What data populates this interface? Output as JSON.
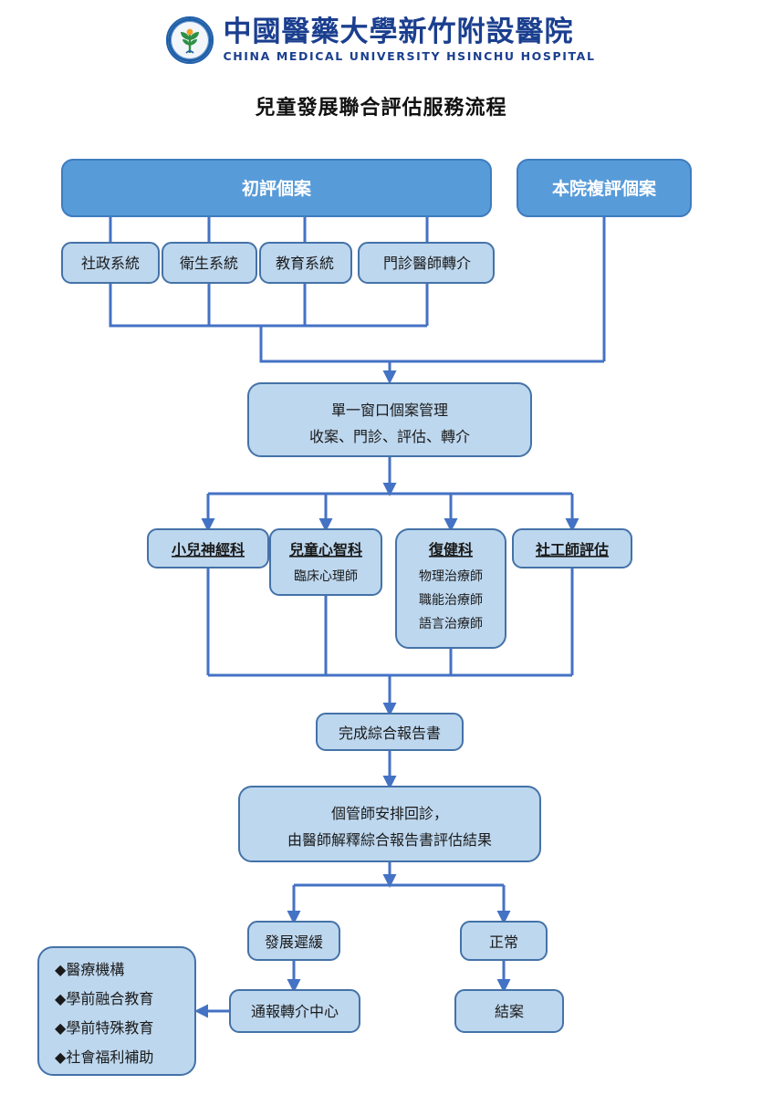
{
  "header": {
    "logo_icon": "hospital-seal-icon",
    "name_cn": "中國醫藥大學新竹附設醫院",
    "name_en": "CHINA MEDICAL UNIVERSITY HSINCHU HOSPITAL"
  },
  "page_title": "兒童發展聯合評估服務流程",
  "flow": {
    "entry": {
      "initial_case": "初評個案",
      "rehospital_case": "本院複評個案"
    },
    "sources": [
      "社政系統",
      "衛生系統",
      "教育系統",
      "門診醫師轉介"
    ],
    "single_window": {
      "line1": "單一窗口個案管理",
      "line2": "收案、門診、評估、轉介"
    },
    "departments": [
      {
        "title": "小兒神經科",
        "staff": []
      },
      {
        "title": "兒童心智科",
        "staff": [
          "臨床心理師"
        ]
      },
      {
        "title": "復健科",
        "staff": [
          "物理治療師",
          "職能治療師",
          "語言治療師"
        ]
      },
      {
        "title": "社工師評估",
        "staff": []
      }
    ],
    "report": "完成綜合報告書",
    "followup": {
      "line1": "個管師安排回診，",
      "line2": "由醫師解釋綜合報告書評估結果"
    },
    "outcomes": {
      "delayed": "發展遲緩",
      "normal": "正常"
    },
    "delayed_next": "通報轉介中心",
    "normal_next": "結案",
    "referral_options": {
      "bullet": "◆",
      "items": [
        "醫療機構",
        "學前融合教育",
        "學前特殊教育",
        "社會福利補助"
      ]
    }
  },
  "colors": {
    "box_light_fill": "#BDD7EE",
    "box_light_stroke": "#4472A8",
    "box_dark_fill": "#589BD9",
    "box_dark_stroke": "#3F7CBF",
    "connector": "#4472C4",
    "brand_blue": "#1B3F8F"
  }
}
